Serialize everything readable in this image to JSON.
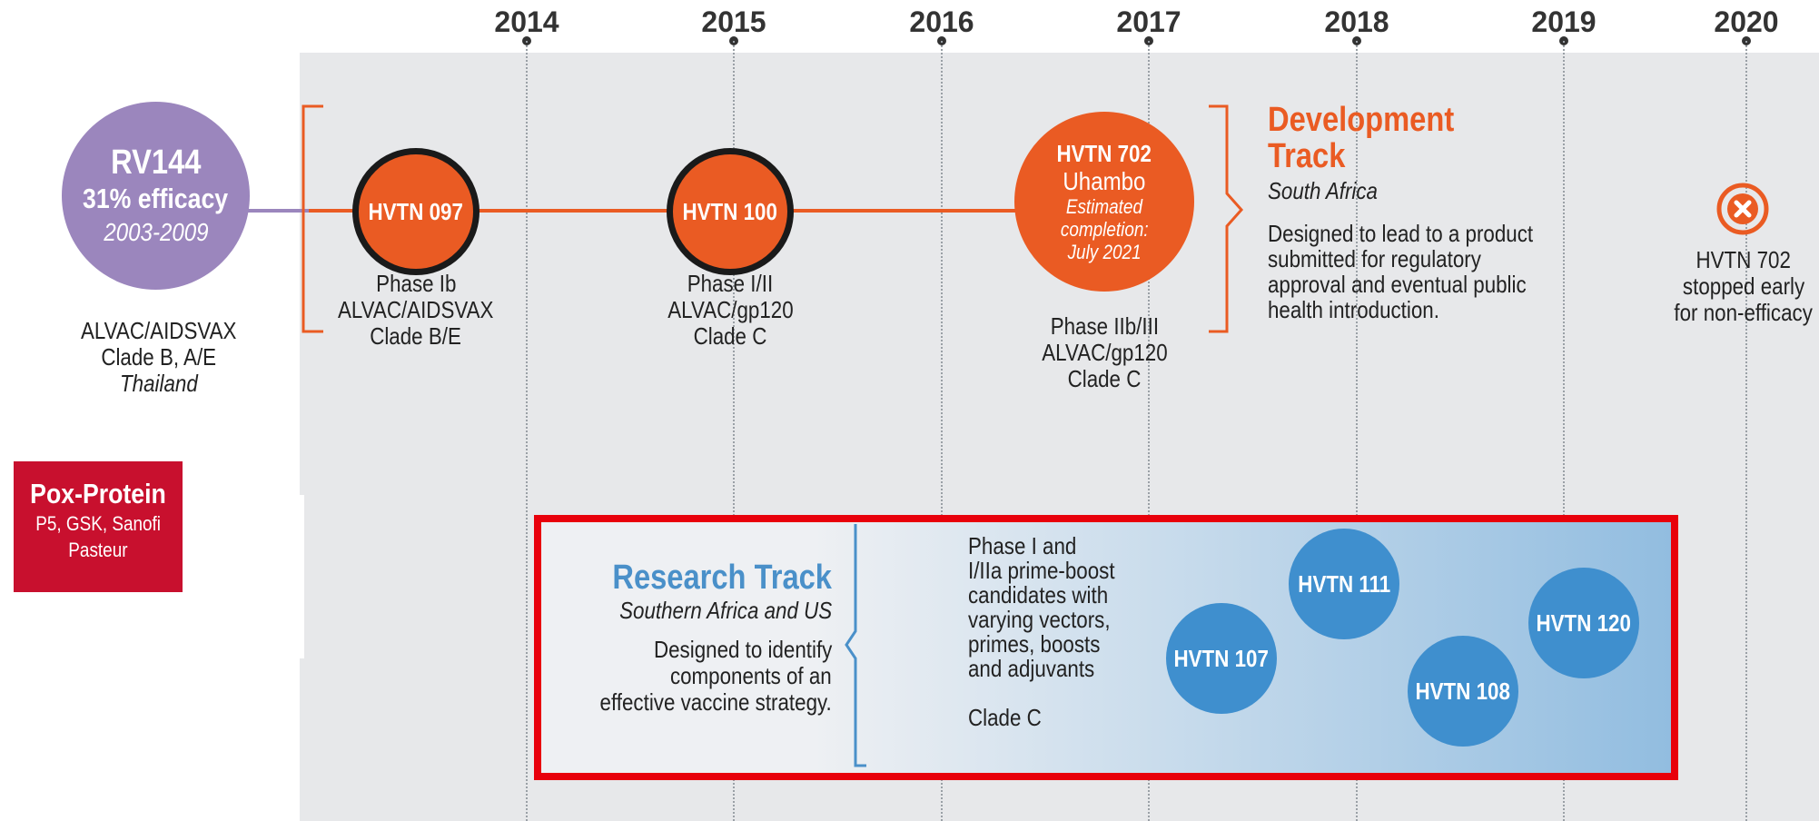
{
  "years": [
    "2014",
    "2015",
    "2016",
    "2017",
    "2018",
    "2019",
    "2020"
  ],
  "rv144": {
    "name": "RV144",
    "efficacy": "31% efficacy",
    "dates": "2003-2009",
    "desc1": "ALVAC/AIDSVAX",
    "desc2": "Clade B, A/E",
    "region": "Thailand"
  },
  "hvtn097": {
    "name": "HVTN 097",
    "phase": "Phase Ib",
    "product": "ALVAC/AIDSVAX",
    "clade": "Clade B/E"
  },
  "hvtn100": {
    "name": "HVTN 100",
    "phase": "Phase I/II",
    "product": "ALVAC/gp120",
    "clade": "Clade C"
  },
  "hvtn702": {
    "name": "HVTN 702",
    "nickname": "Uhambo",
    "est1": "Estimated",
    "est2": "completion:",
    "est3": "July 2021",
    "phase": "Phase IIb/III",
    "product": "ALVAC/gp120",
    "clade": "Clade C"
  },
  "development": {
    "title1": "Development",
    "title2": "Track",
    "region": "South Africa",
    "desc1": "Designed to lead to a product",
    "desc2": "submitted for regulatory",
    "desc3": "approval and eventual public",
    "desc4": "health introduction."
  },
  "stopped": {
    "line1": "HVTN 702",
    "line2": "stopped early",
    "line3": "for non-efficacy"
  },
  "pox": {
    "title": "Pox-Protein",
    "line1": "P5, GSK, Sanofi",
    "line2": "Pasteur"
  },
  "research": {
    "title": "Research Track",
    "region": "Southern Africa and US",
    "desc1": "Designed to identify",
    "desc2": "components of an",
    "desc3": "effective vaccine strategy.",
    "info1": "Phase I and",
    "info2": "I/IIa prime-boost",
    "info3": "candidates with",
    "info4": "varying vectors,",
    "info5": "primes, boosts",
    "info6": "and adjuvants",
    "clade": "Clade C",
    "trials": [
      "HVTN 107",
      "HVTN 111",
      "HVTN 108",
      "HVTN 120"
    ]
  },
  "colors": {
    "orange": "#ea5b23",
    "purple": "#9b86bd",
    "blue": "#4a90c9",
    "red_box": "#e8000b",
    "pox_red": "#c8102e"
  }
}
